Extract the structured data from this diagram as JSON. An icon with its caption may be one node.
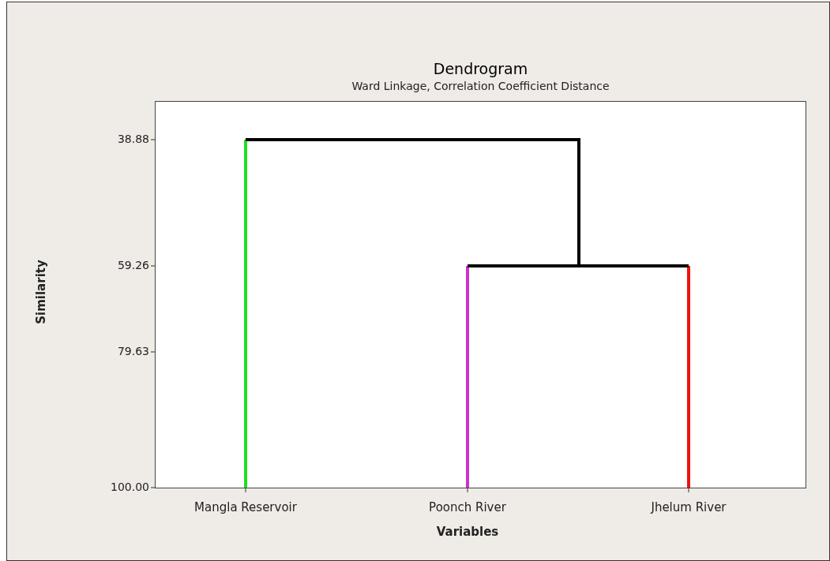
{
  "diagram": {
    "title": "Dendrogram",
    "labels": [
      "Ward Linkage, Correlation Coefficient Distance",
      "38.88",
      "59.26",
      "79.63",
      "100.00",
      "Similarity",
      "Mangla Reservoir",
      "Poonch River",
      "Jhelum River",
      "Variables"
    ]
  }
}
